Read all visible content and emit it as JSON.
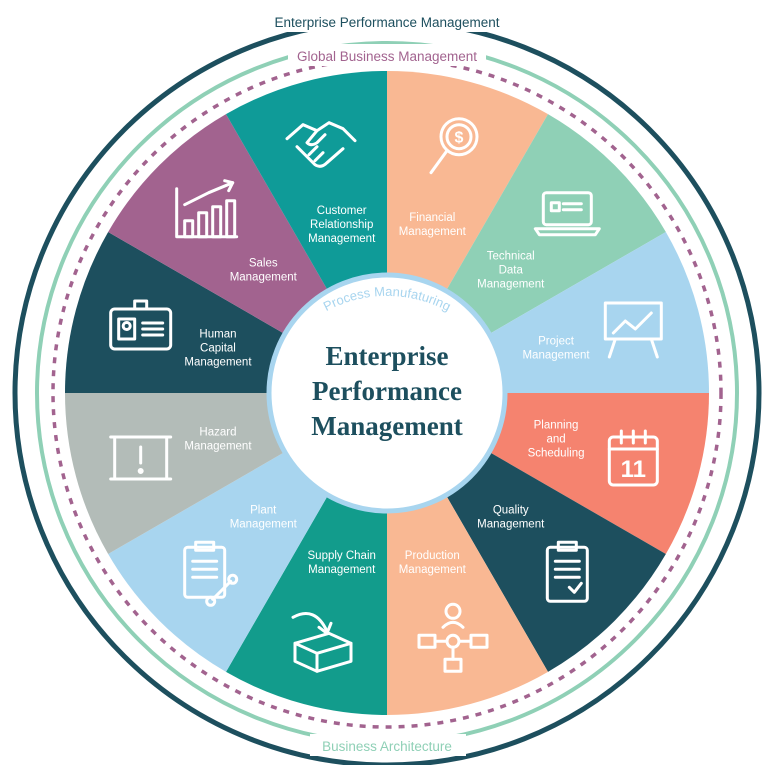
{
  "colors": {
    "outer_ring": "#1d4f5e",
    "mid_ring": "#8fd0b6",
    "dotted_ring": "#a2638f",
    "center_ring": "#a8d5ef",
    "center_title": "#1d4f5e"
  },
  "rings": {
    "outer_label": "Enterprise Performance Management",
    "global_label": "Global Business Management",
    "bottom_label": "Business Architecture",
    "inner_label": "Process Manufaturing"
  },
  "center": {
    "title_lines": [
      "Enterprise",
      "Performance",
      "Management"
    ]
  },
  "segments": [
    {
      "id": "financial",
      "label_lines": [
        "Financial",
        "Management"
      ],
      "color": "#f9b893",
      "icon": "money-magnifier-icon"
    },
    {
      "id": "technical-data",
      "label_lines": [
        "Technical",
        "Data",
        "Management"
      ],
      "color": "#8fd0b6",
      "icon": "laptop-icon"
    },
    {
      "id": "project",
      "label_lines": [
        "Project",
        "Management"
      ],
      "color": "#a8d5ef",
      "icon": "presentation-chart-icon"
    },
    {
      "id": "planning",
      "label_lines": [
        "Planning",
        "and",
        "Scheduling"
      ],
      "color": "#f5836f",
      "icon": "calendar-icon"
    },
    {
      "id": "quality",
      "label_lines": [
        "Quality",
        "Management"
      ],
      "color": "#1d4f5e",
      "icon": "clipboard-check-icon"
    },
    {
      "id": "production",
      "label_lines": [
        "Production",
        "Management"
      ],
      "color": "#f9b893",
      "icon": "org-chart-gear-icon"
    },
    {
      "id": "supply-chain",
      "label_lines": [
        "Supply Chain",
        "Management"
      ],
      "color": "#129c8c",
      "icon": "box-arrow-icon"
    },
    {
      "id": "plant",
      "label_lines": [
        "Plant",
        "Management"
      ],
      "color": "#a8d5ef",
      "icon": "clipboard-wrench-icon"
    },
    {
      "id": "hazard",
      "label_lines": [
        "Hazard",
        "Management"
      ],
      "color": "#b3bcb8",
      "icon": "warning-board-icon"
    },
    {
      "id": "human-capital",
      "label_lines": [
        "Human",
        "Capital",
        "Management"
      ],
      "color": "#1d4f5e",
      "icon": "id-card-icon"
    },
    {
      "id": "sales",
      "label_lines": [
        "Sales",
        "Management"
      ],
      "color": "#a2638f",
      "icon": "bar-chart-growth-icon"
    },
    {
      "id": "customer-relationship",
      "label_lines": [
        "Customer",
        "Relationship",
        "Management"
      ],
      "color": "#0f9b98",
      "icon": "handshake-icon"
    }
  ]
}
